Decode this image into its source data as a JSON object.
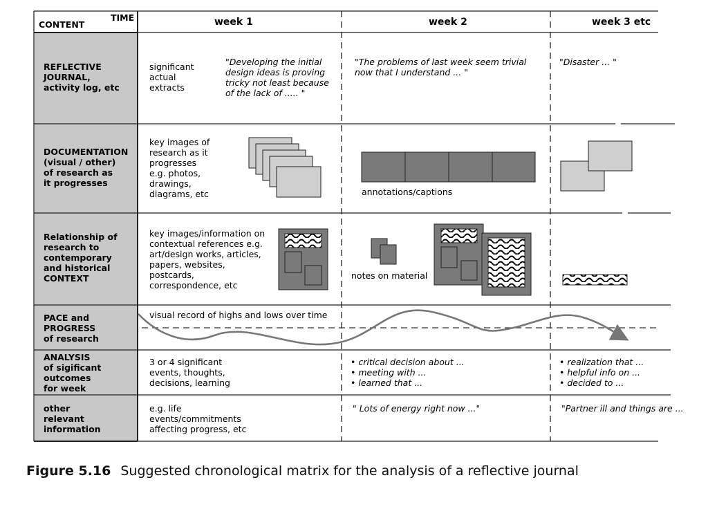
{
  "header": {
    "content_label": "CONTENT",
    "time_label": "TIME",
    "week1": "week 1",
    "week2": "week 2",
    "week3": "week 3 etc"
  },
  "rows": {
    "journal": {
      "label": [
        "REFLECTIVE",
        "JOURNAL,",
        "activity log, etc"
      ],
      "w1_note": [
        "significant",
        "actual",
        "extracts"
      ],
      "w1_quote": [
        "\"Developing the initial",
        "design ideas is proving",
        "tricky not least because",
        "of the lack of ..... \""
      ],
      "w2_quote": [
        "\"The problems of last week seem trivial",
        "now that I understand ...  \""
      ],
      "w3_quote": [
        "\"Disaster ...  \""
      ]
    },
    "documentation": {
      "label": [
        "DOCUMENTATION",
        "(visual / other)",
        "of research as",
        "it progresses"
      ],
      "w1_note": [
        "key images of",
        "research as it",
        "progresses",
        "e.g. photos,",
        "drawings,",
        "diagrams, etc"
      ],
      "w2_caption": "annotations/captions"
    },
    "context": {
      "label": [
        "Relationship of",
        "research to",
        "contemporary",
        "and historical",
        "CONTEXT"
      ],
      "w1_note": [
        "key images/information on",
        "contextual references e.g.",
        "art/design works,  articles,",
        "papers, websites,",
        "postcards,",
        "correspondence, etc"
      ],
      "w2_caption": "notes on material"
    },
    "pace": {
      "label": [
        "PACE and",
        "PROGRESS",
        "of research"
      ],
      "note": "visual record of highs and lows over time"
    },
    "analysis": {
      "label": [
        "ANALYSIS",
        "of sigificant",
        "outcomes",
        "for week"
      ],
      "w1_note": [
        "3 or 4 significant",
        "events, thoughts,",
        "decisions, learning"
      ],
      "w2_items": [
        "• critical decision about ...",
        "• meeting with ...",
        "• learned that ..."
      ],
      "w3_items": [
        "• realization that ...",
        "• helpful info on ...",
        "• decided to ..."
      ]
    },
    "other": {
      "label": [
        "other",
        "relevant",
        "information"
      ],
      "w1_note": [
        "e.g. life",
        "events/commitments",
        "affecting progress, etc"
      ],
      "w2_quote": "\" Lots of energy right now ...\"",
      "w3_quote": "\"Partner ill and things are ..."
    }
  },
  "caption": {
    "number": "Figure 5.16",
    "text": "Suggested chronological matrix for the analysis of a reflective journal"
  },
  "colors": {
    "label_fill": "#c8c8c8",
    "dark_fill": "#7a7a7a",
    "light_fill": "#cfcfcf",
    "line": "#222222"
  }
}
